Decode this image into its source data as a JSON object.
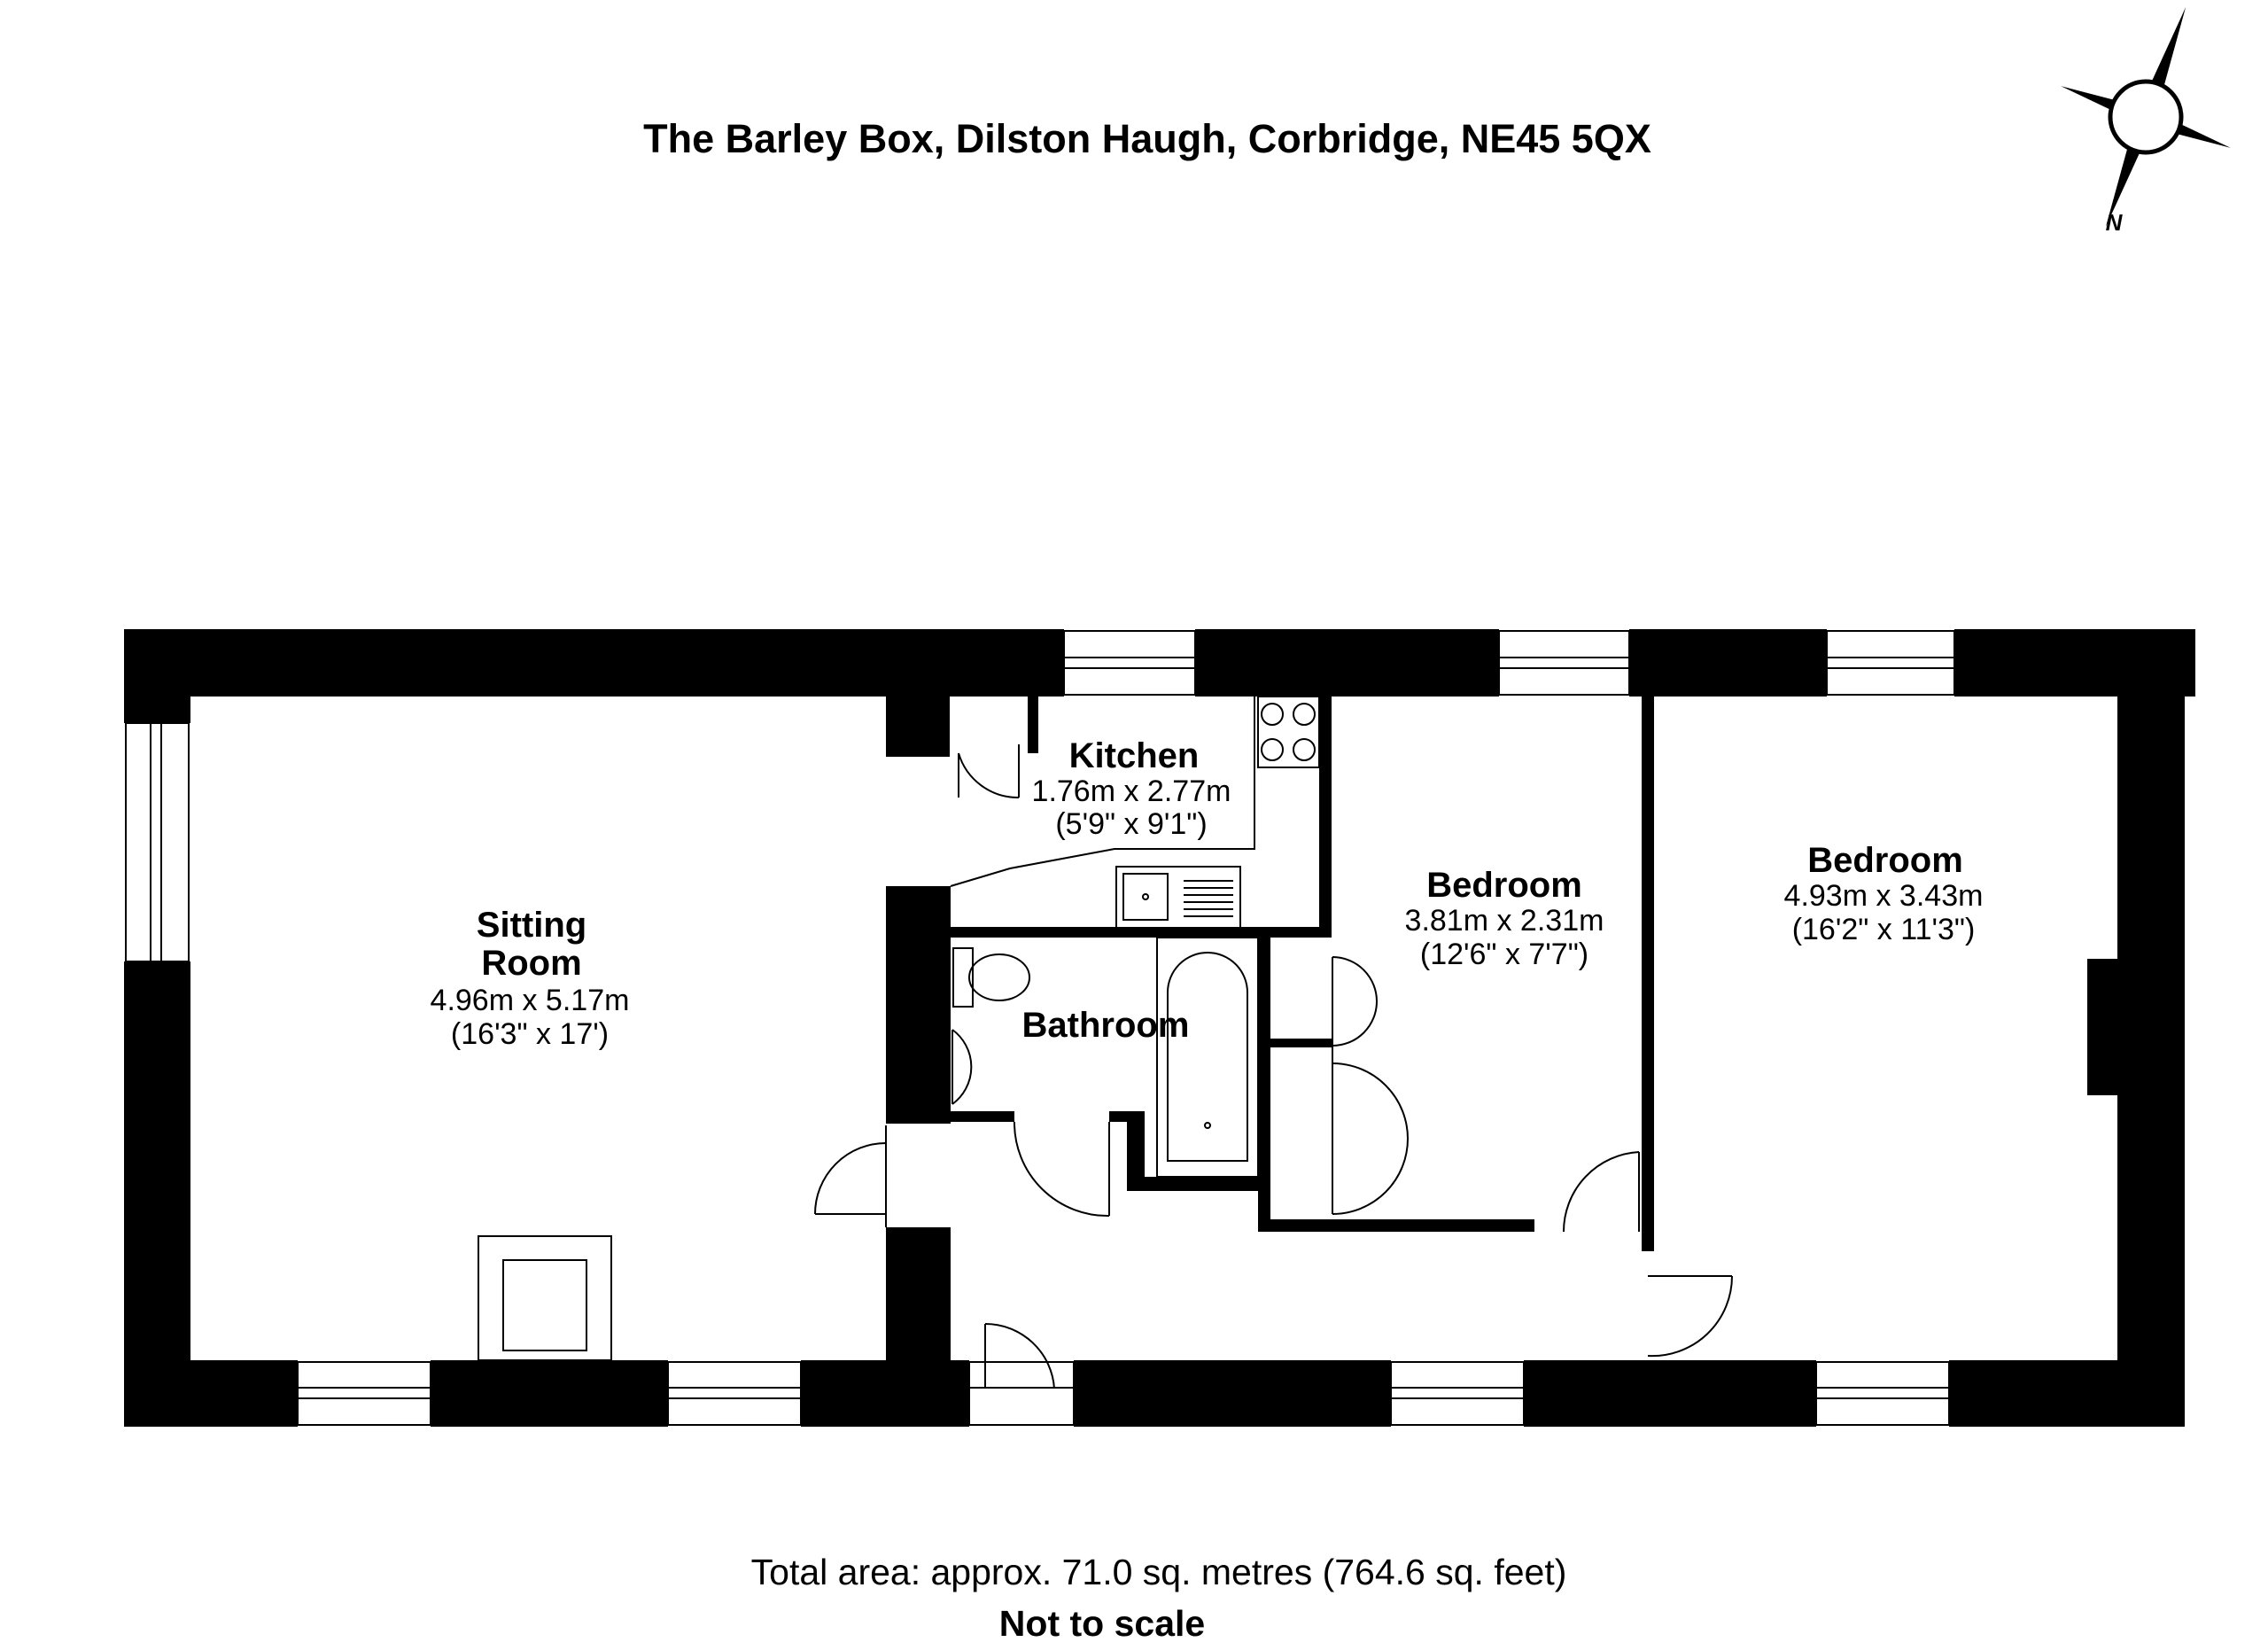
{
  "title": "The Barley Box, Dilston Haugh, Corbridge, NE45 5QX",
  "compass": {
    "label": "N"
  },
  "rooms": {
    "sitting": {
      "name_line1": "Sitting",
      "name_line2": "Room",
      "metric": "4.96m x 5.17m",
      "imperial": "(16'3\" x 17')"
    },
    "kitchen": {
      "name": "Kitchen",
      "metric": "1.76m x 2.77m",
      "imperial": "(5'9\" x 9'1\")"
    },
    "bathroom": {
      "name": "Bathroom"
    },
    "bedroom1": {
      "name": "Bedroom",
      "metric": "3.81m x 2.31m",
      "imperial": "(12'6\" x 7'7\")"
    },
    "bedroom2": {
      "name": "Bedroom",
      "metric": "4.93m x 3.43m",
      "imperial": "(16'2\" x 11'3\")"
    }
  },
  "footer": {
    "total_area": "Total area: approx. 71.0 sq. metres (764.6 sq. feet)",
    "scale_note": "Not to scale"
  }
}
